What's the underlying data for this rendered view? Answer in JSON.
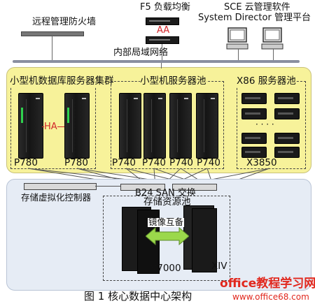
{
  "labels": {
    "firewall": "远程管理防火墙",
    "f5": "F5 负载均衡",
    "aa": "AA",
    "sce_line1": "SCE 云管理软件",
    "sce_line2": "System Director 管理平台",
    "lan": "内部局域网络",
    "db_cluster": "小型机数据库服务器集群",
    "mini_pool": "小型机服务器池",
    "x86_pool": "X86 服务器池",
    "ha": "HA",
    "p780_a": "P780",
    "p780_b": "P780",
    "p740_a": "P740",
    "p740_b": "P740",
    "p740_c": "P740",
    "p740_d": "P740",
    "x3850": "X3850",
    "dots": "· · · ·",
    "storage_virt": "存储虚拟化控制器",
    "san": "B24 SAN 交换",
    "storage_pool": "存储资源池",
    "mirror": "镜像互备",
    "v7000": "V7000",
    "xiv": "XIV",
    "caption": "图 1  核心数据中心架构",
    "watermark_main": "office教程学习网",
    "watermark_url": "www.office68.com"
  },
  "colors": {
    "upper_zone": "#f7f29a",
    "lower_zone": "#e6ecf5",
    "ha_red": "#d2262a",
    "aa_red": "#d2262a",
    "arrow_green": "#9bd84b",
    "watermark_red": "#e1281e"
  }
}
